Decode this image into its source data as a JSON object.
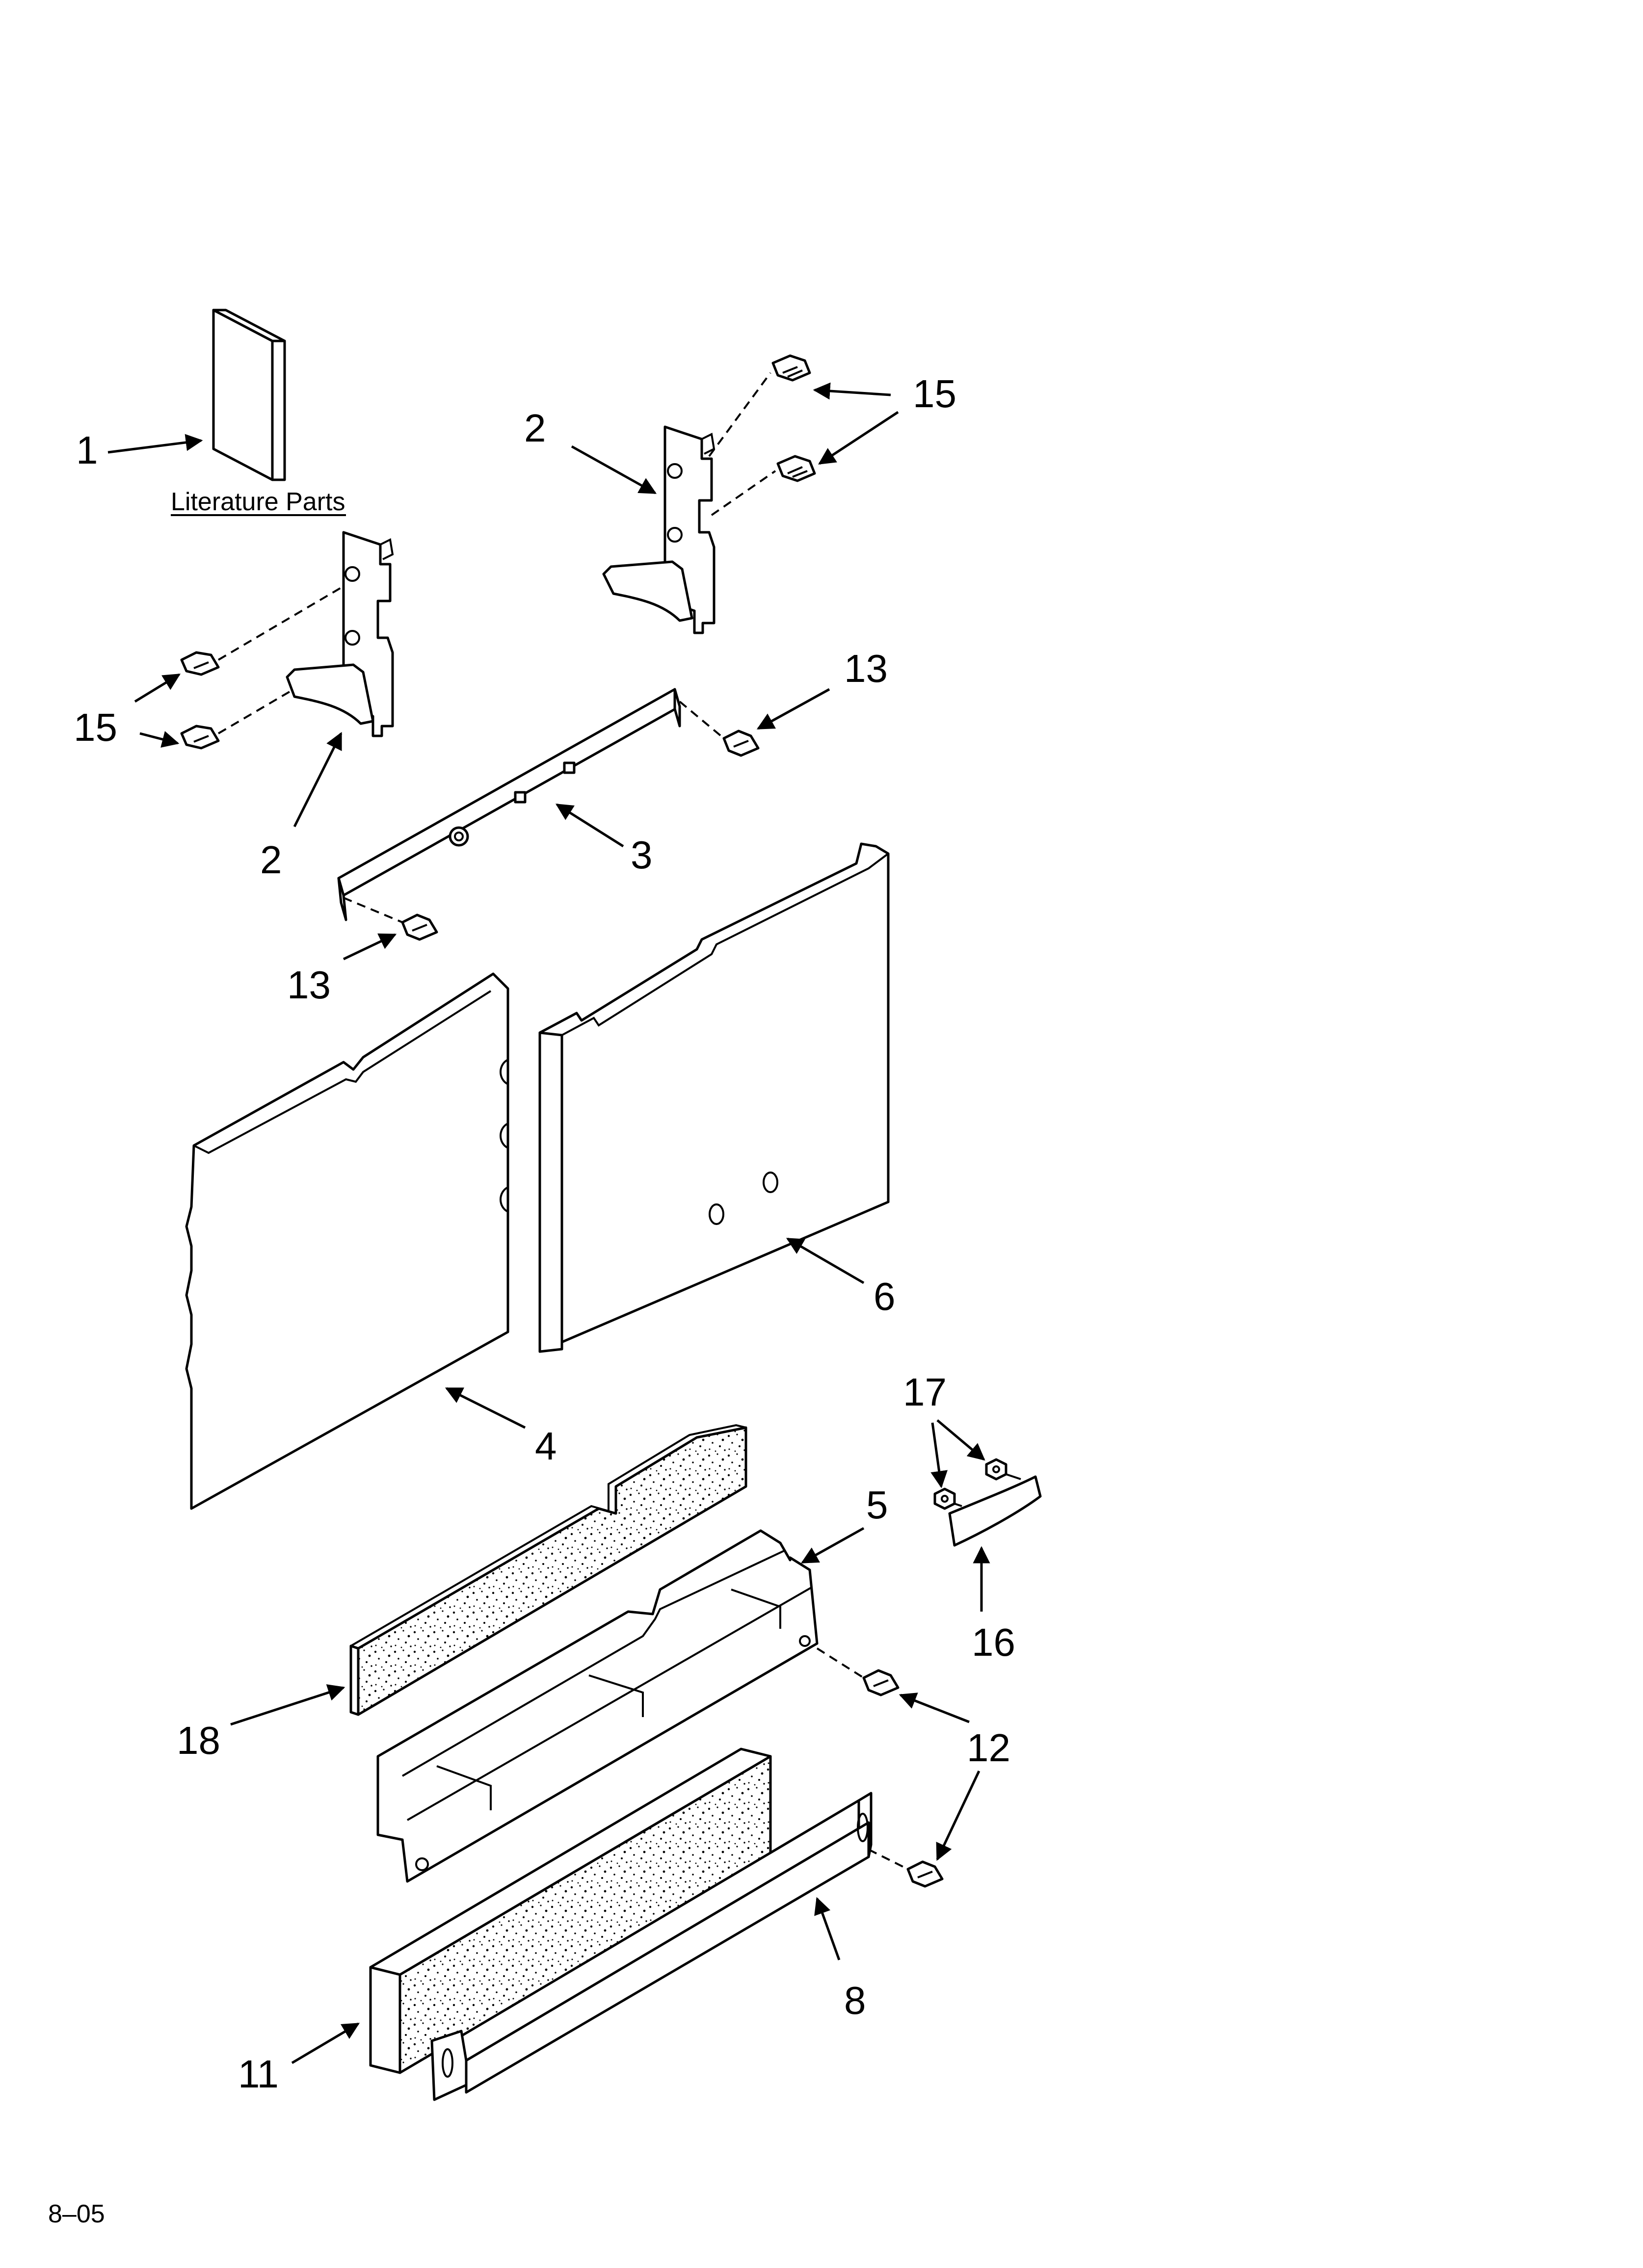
{
  "labels": {
    "literature": "Literature Parts",
    "footer": "8–05",
    "callout_1": "1",
    "callout_2a": "2",
    "callout_2b": "2",
    "callout_3": "3",
    "callout_4": "4",
    "callout_5": "5",
    "callout_6": "6",
    "callout_8": "8",
    "callout_11": "11",
    "callout_12": "12",
    "callout_13a": "13",
    "callout_13b": "13",
    "callout_15a": "15",
    "callout_15b": "15",
    "callout_16": "16",
    "callout_17": "17",
    "callout_18": "18"
  }
}
